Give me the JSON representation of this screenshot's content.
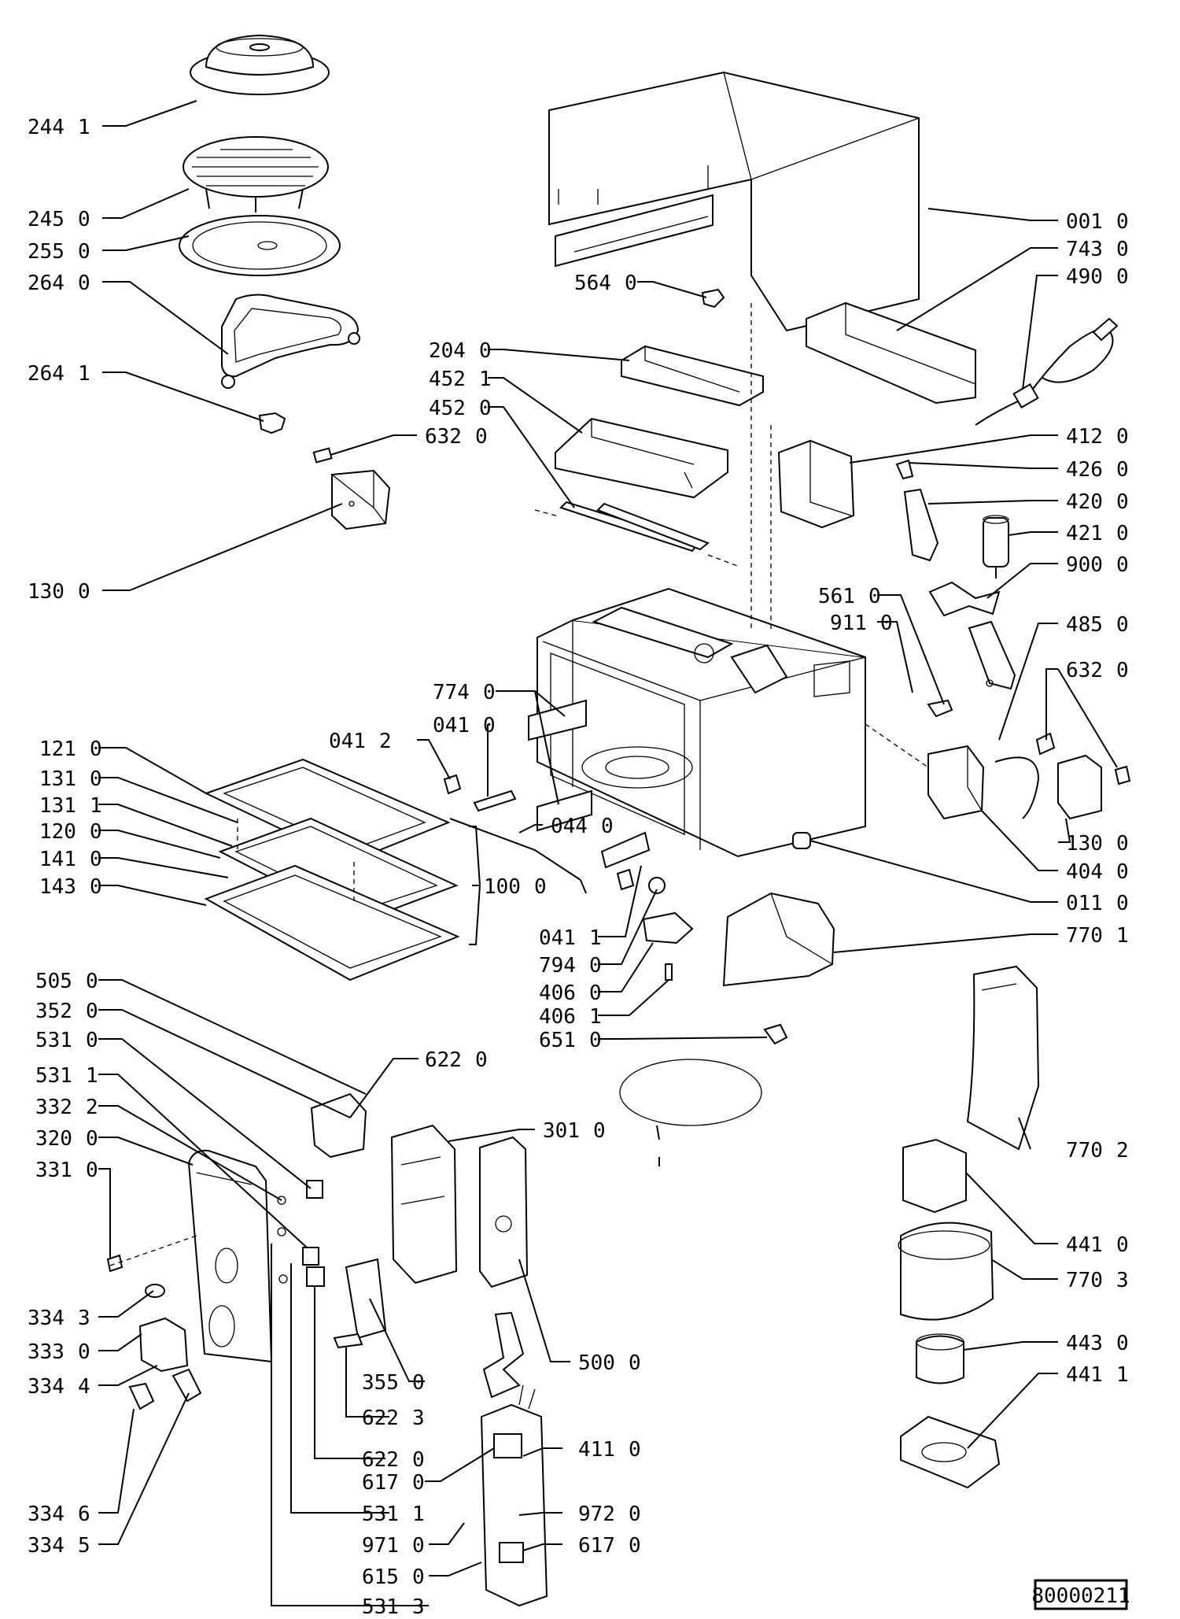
{
  "document_number": "80000211",
  "callouts": [
    {
      "id": "c-244-1",
      "code": "244",
      "variant": "1"
    },
    {
      "id": "c-245-0",
      "code": "245",
      "variant": "0"
    },
    {
      "id": "c-255-0",
      "code": "255",
      "variant": "0"
    },
    {
      "id": "c-264-0",
      "code": "264",
      "variant": "0"
    },
    {
      "id": "c-264-1",
      "code": "264",
      "variant": "1"
    },
    {
      "id": "c-632-0a",
      "code": "632",
      "variant": "0"
    },
    {
      "id": "c-130-0a",
      "code": "130",
      "variant": "0"
    },
    {
      "id": "c-564-0",
      "code": "564",
      "variant": "0"
    },
    {
      "id": "c-204-0",
      "code": "204",
      "variant": "0"
    },
    {
      "id": "c-452-1",
      "code": "452",
      "variant": "1"
    },
    {
      "id": "c-452-0",
      "code": "452",
      "variant": "0"
    },
    {
      "id": "c-001-0",
      "code": "001",
      "variant": "0"
    },
    {
      "id": "c-743-0",
      "code": "743",
      "variant": "0"
    },
    {
      "id": "c-490-0",
      "code": "490",
      "variant": "0"
    },
    {
      "id": "c-412-0",
      "code": "412",
      "variant": "0"
    },
    {
      "id": "c-426-0",
      "code": "426",
      "variant": "0"
    },
    {
      "id": "c-420-0",
      "code": "420",
      "variant": "0"
    },
    {
      "id": "c-421-0",
      "code": "421",
      "variant": "0"
    },
    {
      "id": "c-900-0",
      "code": "900",
      "variant": "0"
    },
    {
      "id": "c-561-0",
      "code": "561",
      "variant": "0"
    },
    {
      "id": "c-911-0",
      "code": "911",
      "variant": "0"
    },
    {
      "id": "c-485-0",
      "code": "485",
      "variant": "0"
    },
    {
      "id": "c-632-0b",
      "code": "632",
      "variant": "0"
    },
    {
      "id": "c-130-0b",
      "code": "130",
      "variant": "0"
    },
    {
      "id": "c-404-0",
      "code": "404",
      "variant": "0"
    },
    {
      "id": "c-011-0",
      "code": "011",
      "variant": "0"
    },
    {
      "id": "c-770-1",
      "code": "770",
      "variant": "1"
    },
    {
      "id": "c-774-0",
      "code": "774",
      "variant": "0"
    },
    {
      "id": "c-041-2",
      "code": "041",
      "variant": "2"
    },
    {
      "id": "c-041-0",
      "code": "041",
      "variant": "0"
    },
    {
      "id": "c-121-0",
      "code": "121",
      "variant": "0"
    },
    {
      "id": "c-131-0",
      "code": "131",
      "variant": "0"
    },
    {
      "id": "c-131-1",
      "code": "131",
      "variant": "1"
    },
    {
      "id": "c-120-0",
      "code": "120",
      "variant": "0"
    },
    {
      "id": "c-141-0",
      "code": "141",
      "variant": "0"
    },
    {
      "id": "c-143-0",
      "code": "143",
      "variant": "0"
    },
    {
      "id": "c-100-0",
      "code": "100",
      "variant": "0"
    },
    {
      "id": "c-044-0",
      "code": "044",
      "variant": "0"
    },
    {
      "id": "c-041-1",
      "code": "041",
      "variant": "1"
    },
    {
      "id": "c-794-0",
      "code": "794",
      "variant": "0"
    },
    {
      "id": "c-406-0",
      "code": "406",
      "variant": "0"
    },
    {
      "id": "c-406-1",
      "code": "406",
      "variant": "1"
    },
    {
      "id": "c-651-0",
      "code": "651",
      "variant": "0"
    },
    {
      "id": "c-505-0",
      "code": "505",
      "variant": "0"
    },
    {
      "id": "c-352-0",
      "code": "352",
      "variant": "0"
    },
    {
      "id": "c-531-0",
      "code": "531",
      "variant": "0"
    },
    {
      "id": "c-531-1a",
      "code": "531",
      "variant": "1"
    },
    {
      "id": "c-332-2",
      "code": "332",
      "variant": "2"
    },
    {
      "id": "c-320-0",
      "code": "320",
      "variant": "0"
    },
    {
      "id": "c-331-0",
      "code": "331",
      "variant": "0"
    },
    {
      "id": "c-622-0a",
      "code": "622",
      "variant": "0"
    },
    {
      "id": "c-301-0",
      "code": "301",
      "variant": "0"
    },
    {
      "id": "c-770-2",
      "code": "770",
      "variant": "2"
    },
    {
      "id": "c-441-0",
      "code": "441",
      "variant": "0"
    },
    {
      "id": "c-770-3",
      "code": "770",
      "variant": "3"
    },
    {
      "id": "c-443-0",
      "code": "443",
      "variant": "0"
    },
    {
      "id": "c-441-1",
      "code": "441",
      "variant": "1"
    },
    {
      "id": "c-334-3",
      "code": "334",
      "variant": "3"
    },
    {
      "id": "c-333-0",
      "code": "333",
      "variant": "0"
    },
    {
      "id": "c-334-4",
      "code": "334",
      "variant": "4"
    },
    {
      "id": "c-355-0",
      "code": "355",
      "variant": "0"
    },
    {
      "id": "c-622-3",
      "code": "622",
      "variant": "3"
    },
    {
      "id": "c-500-0",
      "code": "500",
      "variant": "0"
    },
    {
      "id": "c-622-0b",
      "code": "622",
      "variant": "0"
    },
    {
      "id": "c-617-0a",
      "code": "617",
      "variant": "0"
    },
    {
      "id": "c-411-0",
      "code": "411",
      "variant": "0"
    },
    {
      "id": "c-531-1b",
      "code": "531",
      "variant": "1"
    },
    {
      "id": "c-972-0",
      "code": "972",
      "variant": "0"
    },
    {
      "id": "c-334-6",
      "code": "334",
      "variant": "6"
    },
    {
      "id": "c-971-0",
      "code": "971",
      "variant": "0"
    },
    {
      "id": "c-334-5",
      "code": "334",
      "variant": "5"
    },
    {
      "id": "c-617-0b",
      "code": "617",
      "variant": "0"
    },
    {
      "id": "c-615-0",
      "code": "615",
      "variant": "0"
    },
    {
      "id": "c-531-3",
      "code": "531",
      "variant": "3"
    }
  ]
}
